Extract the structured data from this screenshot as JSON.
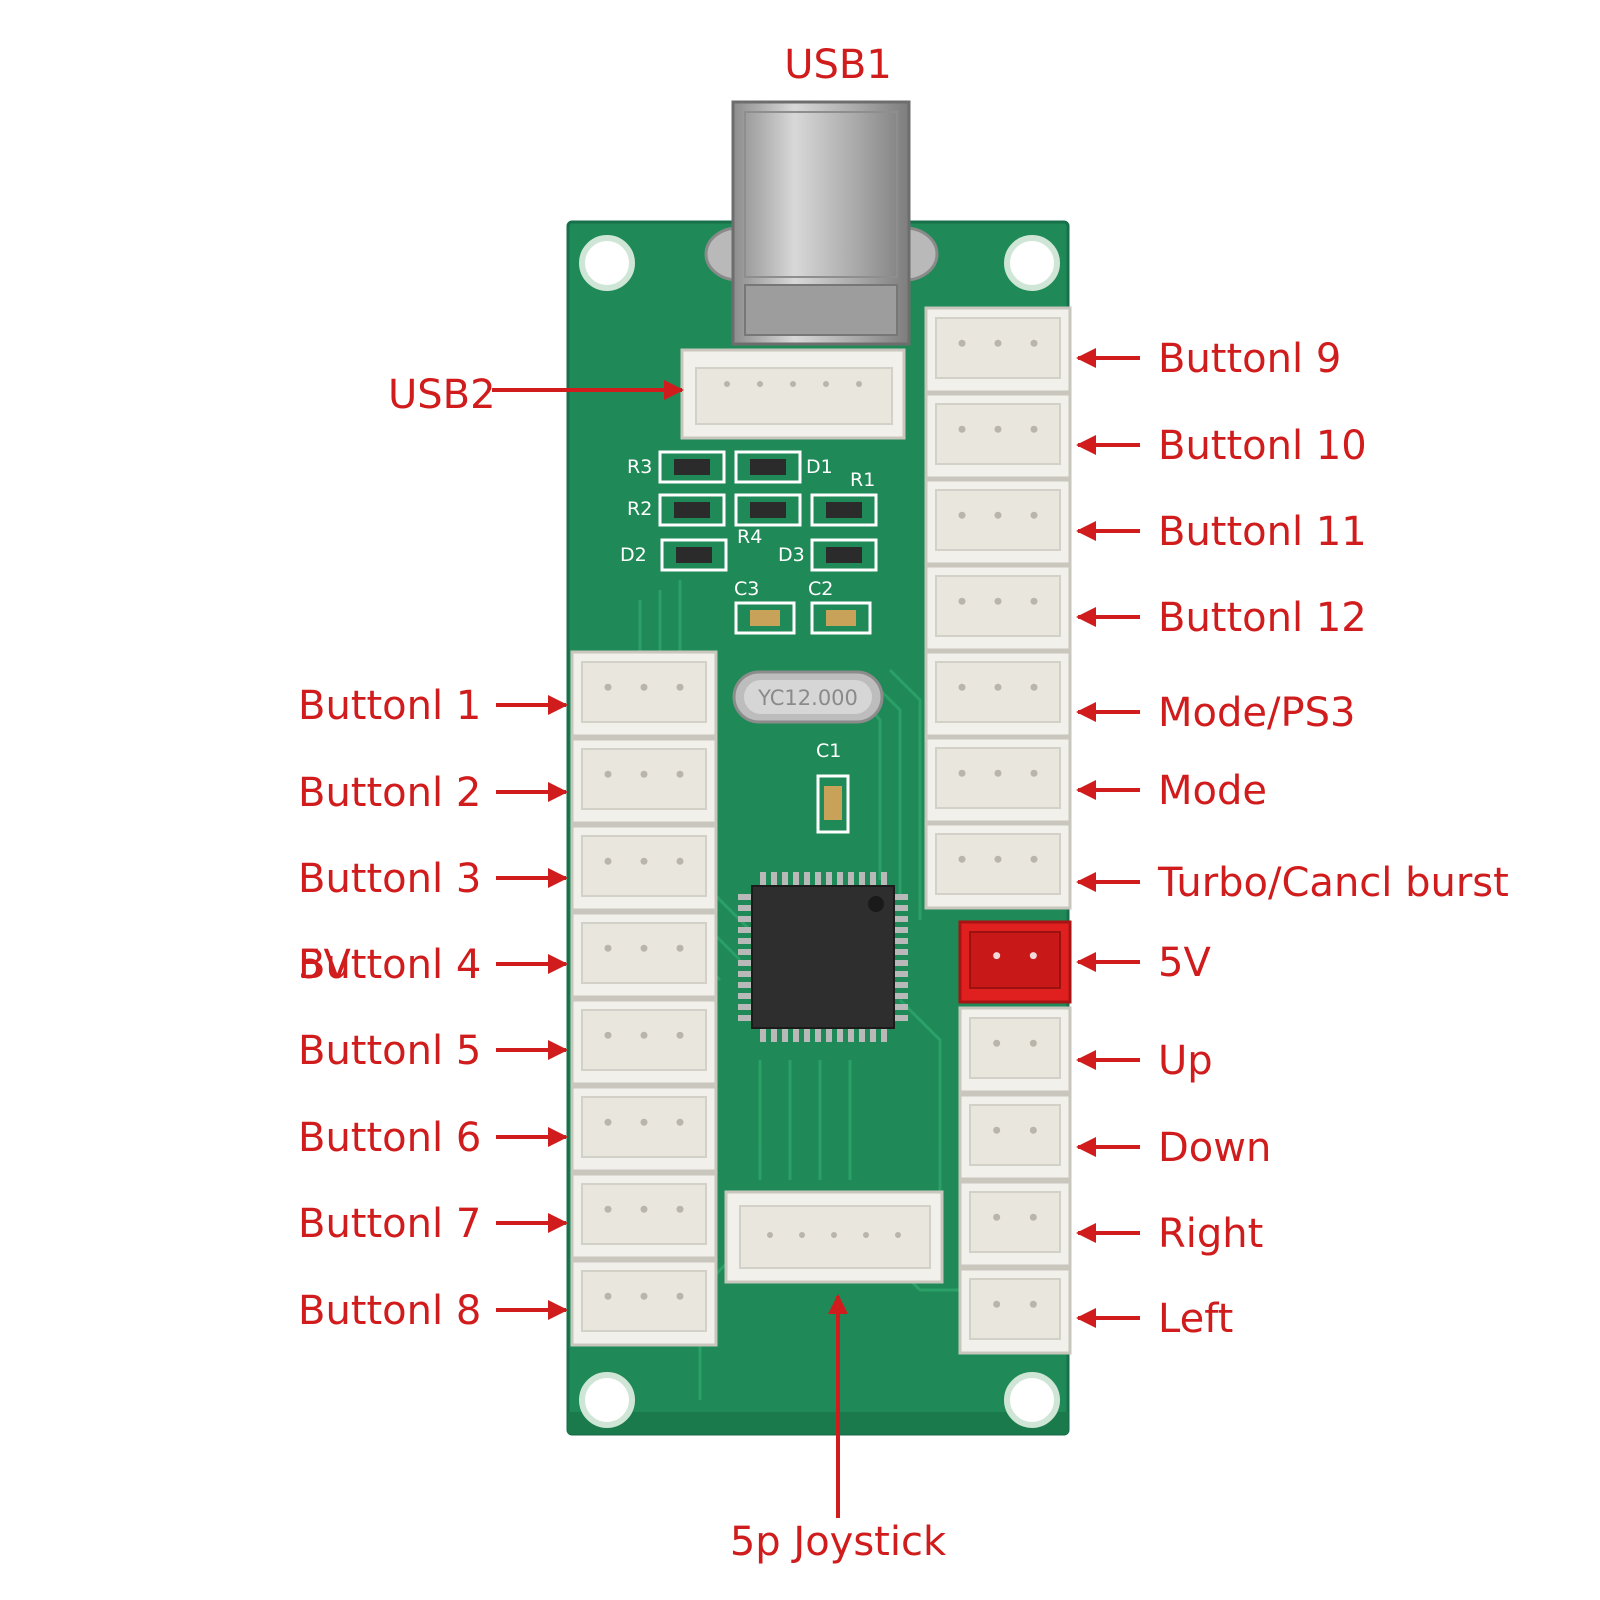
{
  "colors": {
    "label": "#d01c1c",
    "pcb": "#1f8a57",
    "connector": "#f2f0ea",
    "power_connector": "#e01f1f"
  },
  "labels": {
    "usb1": "USB1",
    "usb2": "USB2",
    "left": [
      "Buttonl 1",
      "Buttonl 2",
      "Buttonl 3",
      "Buttonl 4",
      "Buttonl 5",
      "Buttonl 6",
      "Buttonl 7",
      "Buttonl 8"
    ],
    "left_overlap": "5V",
    "right": [
      "Buttonl 9",
      "Buttonl 10",
      "Buttonl 11",
      "Buttonl 12",
      "Mode/PS3",
      "Mode",
      "Turbo/Cancl burst",
      "5V",
      "Up",
      "Down",
      "Right",
      "Left"
    ],
    "joystick": "5p Joystick"
  },
  "board": {
    "silkscreen": [
      "R3",
      "D1",
      "R1",
      "R2",
      "R4",
      "D2",
      "D3",
      "C3",
      "C2",
      "C1"
    ],
    "crystal": "YC12.000"
  }
}
